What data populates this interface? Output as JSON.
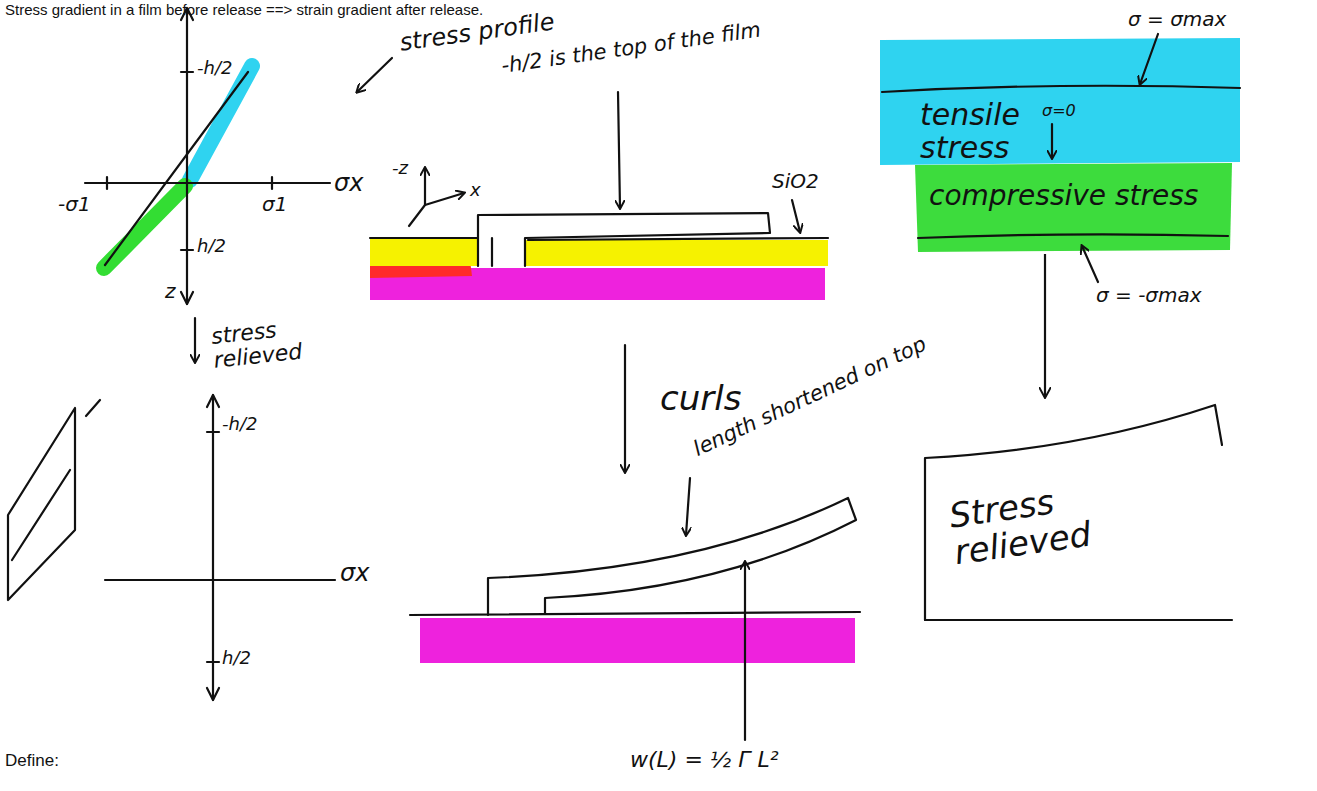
{
  "diagram": {
    "title": "Stress gradient in a film before release ==> strain gradient after release.",
    "nodes": [
      {
        "text": [
          "tensile stress",
          "σ=0"
        ]
      },
      {
        "text": [
          "compressive stress"
        ]
      },
      {
        "text": [
          "Stress relieved"
        ]
      }
    ],
    "edges": [
      {
        "from": 1,
        "to": 2,
        "arrow": "to"
      }
    ],
    "labels": [
      "stress profile",
      "-h/2",
      "σx",
      "-σ1",
      "σ1",
      "h/2",
      "z",
      "-h/2 is the top of the film",
      "-z",
      "x",
      "SiO2",
      "σ = σmax",
      "σ = -σmax",
      "stress relieved",
      "-h/2",
      "σx",
      "h/2",
      "curls",
      "length shortened on top",
      "w(L) = ½ Γ L²",
      "Define:"
    ]
  }
}
